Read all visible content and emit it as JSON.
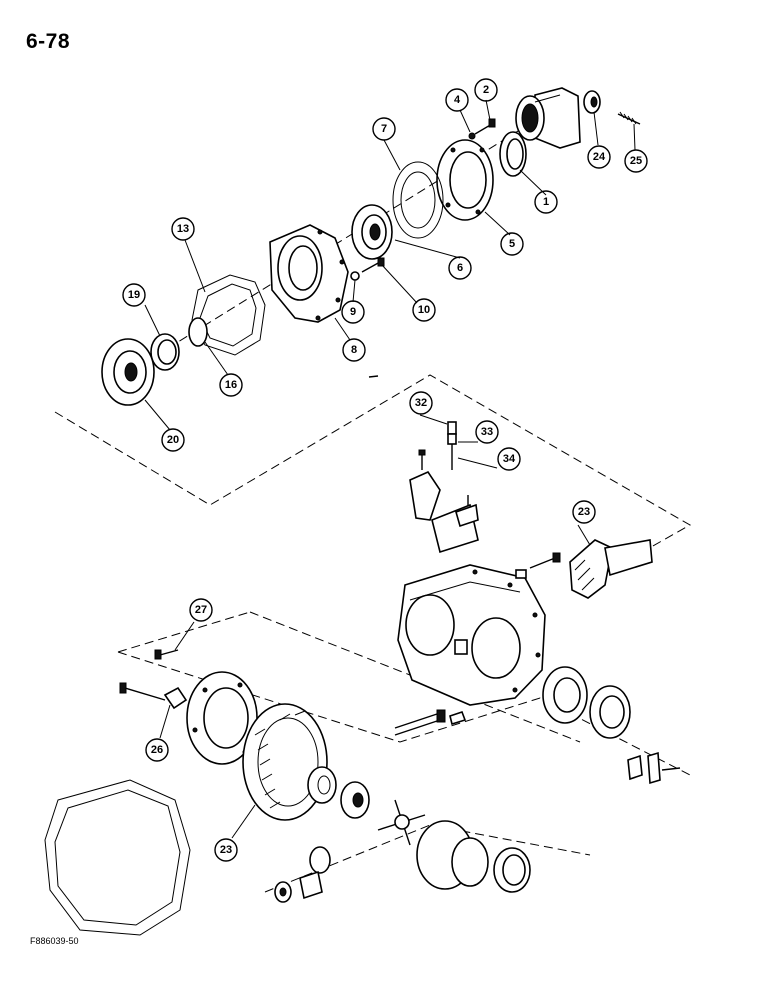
{
  "page": {
    "number": "6-78",
    "figure_code": "F886039-50"
  },
  "callouts": [
    {
      "id": "c1",
      "label": "1"
    },
    {
      "id": "c2",
      "label": "2"
    },
    {
      "id": "c4",
      "label": "4"
    },
    {
      "id": "c5",
      "label": "5"
    },
    {
      "id": "c6",
      "label": "6"
    },
    {
      "id": "c7",
      "label": "7"
    },
    {
      "id": "c8",
      "label": "8"
    },
    {
      "id": "c9",
      "label": "9"
    },
    {
      "id": "c10",
      "label": "10"
    },
    {
      "id": "c13",
      "label": "13"
    },
    {
      "id": "c16",
      "label": "16"
    },
    {
      "id": "c19",
      "label": "19"
    },
    {
      "id": "c20",
      "label": "20"
    },
    {
      "id": "c23a",
      "label": "23"
    },
    {
      "id": "c23b",
      "label": "23"
    },
    {
      "id": "c24",
      "label": "24"
    },
    {
      "id": "c25",
      "label": "25"
    },
    {
      "id": "c26",
      "label": "26"
    },
    {
      "id": "c27",
      "label": "27"
    },
    {
      "id": "c32",
      "label": "32"
    },
    {
      "id": "c33",
      "label": "33"
    },
    {
      "id": "c34",
      "label": "34"
    }
  ]
}
